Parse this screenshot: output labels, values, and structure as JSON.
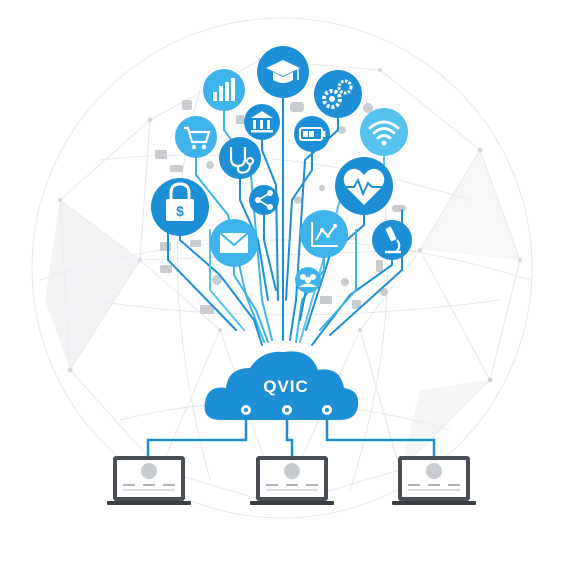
{
  "cloud": {
    "label": "QVIC"
  },
  "colors": {
    "primary_blue": "#1c8fd6",
    "light_blue": "#3fb4ea",
    "sky_blue": "#56c2f0",
    "dark_line": "#0d6fb3",
    "gray_icon": "#c9cdd2",
    "mesh_line": "#e6e8eb",
    "laptop_frame": "#4a4f55"
  },
  "icons": [
    {
      "name": "graduation-cap-icon"
    },
    {
      "name": "bar-chart-icon"
    },
    {
      "name": "gears-icon"
    },
    {
      "name": "shopping-cart-icon"
    },
    {
      "name": "bank-icon"
    },
    {
      "name": "battery-icon"
    },
    {
      "name": "wifi-icon"
    },
    {
      "name": "stethoscope-icon"
    },
    {
      "name": "heartbeat-icon"
    },
    {
      "name": "padlock-dollar-icon"
    },
    {
      "name": "share-icon"
    },
    {
      "name": "envelope-icon"
    },
    {
      "name": "line-chart-icon"
    },
    {
      "name": "microscope-icon"
    },
    {
      "name": "users-icon"
    }
  ],
  "laptops": [
    {
      "name": "laptop-left"
    },
    {
      "name": "laptop-center"
    },
    {
      "name": "laptop-right"
    }
  ]
}
